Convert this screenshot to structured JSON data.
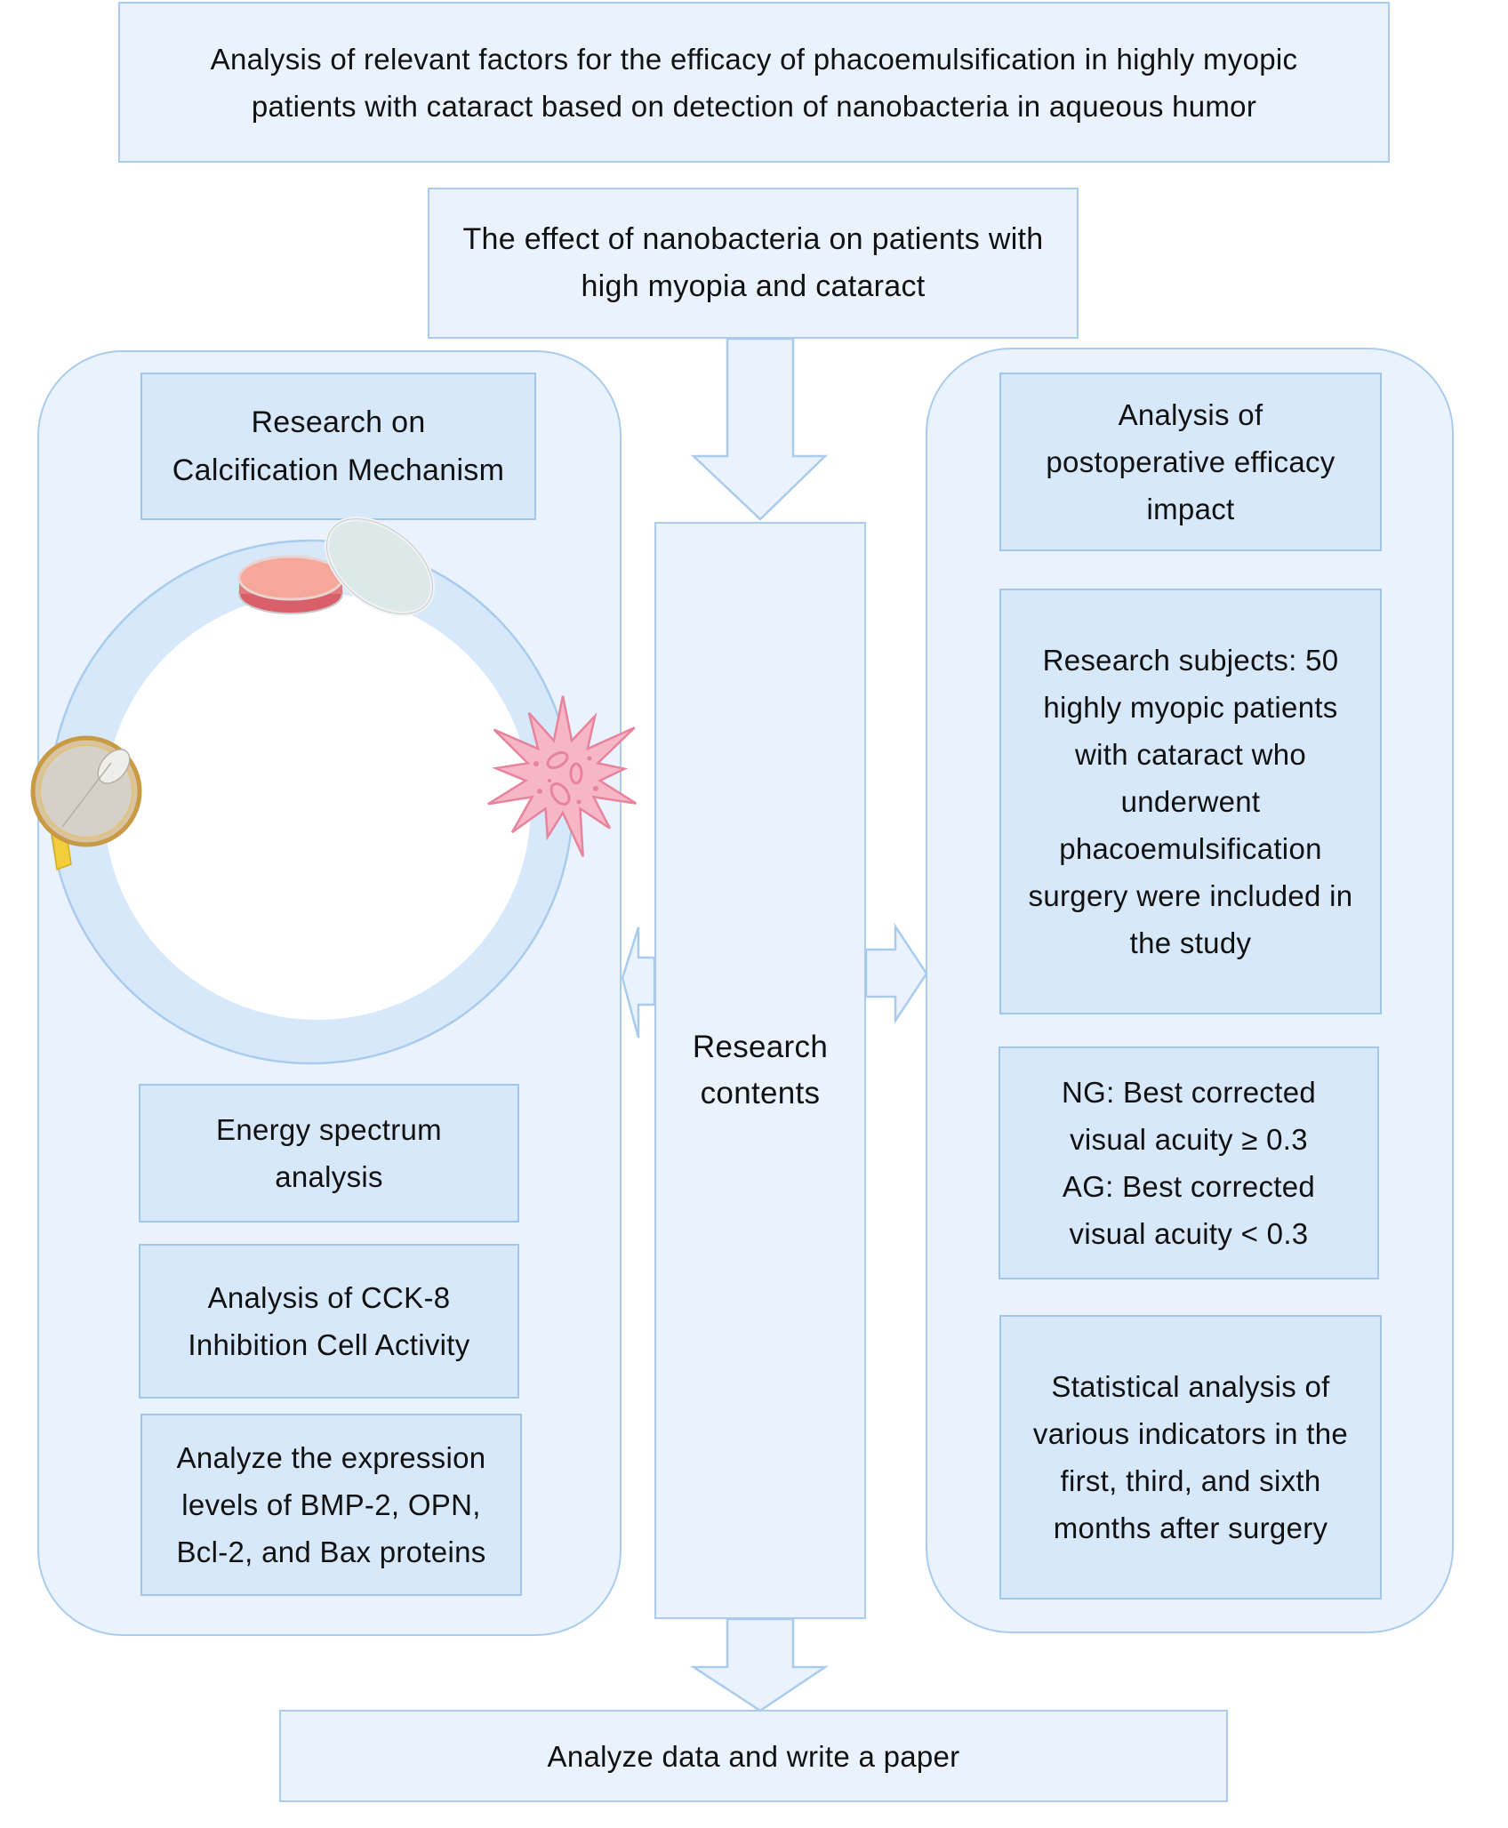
{
  "title": "Analysis of relevant factors for the efficacy of phacoemulsification in highly myopic\npatients with cataract based on detection of nanobacteria in aqueous humor",
  "effect_box": "The effect of nanobacteria on patients with\nhigh myopia and cataract",
  "center_box": "Research\ncontents",
  "left_panel": {
    "header": "Research on\nCalcification Mechanism",
    "illustration_icons": [
      "petri-dish-icon",
      "eye-anatomy-icon",
      "cell-icon"
    ],
    "items": [
      "Energy spectrum\nanalysis",
      "Analysis of CCK-8\nInhibition Cell Activity",
      "Analyze the expression\nlevels of BMP-2, OPN,\nBcl-2, and Bax proteins"
    ]
  },
  "right_panel": {
    "header": "Analysis of\npostoperative efficacy\nimpact",
    "items": [
      "Research subjects: 50\nhighly myopic patients\nwith cataract who\nunderwent\nphacoemulsification\nsurgery were included in\nthe study",
      "NG: Best corrected\nvisual acuity ≥ 0.3\nAG: Best corrected\nvisual acuity < 0.3",
      "Statistical analysis of\nvarious indicators in the\nfirst, third, and sixth\nmonths after surgery"
    ]
  },
  "bottom_box": "Analyze data and write a paper",
  "colors": {
    "panel_fill": "#eaf3fd",
    "box_fill": "#d7e8fa",
    "border": "#a9cbee",
    "cell_pink": "#f6b6c6",
    "dish_pink": "#f3a497"
  }
}
